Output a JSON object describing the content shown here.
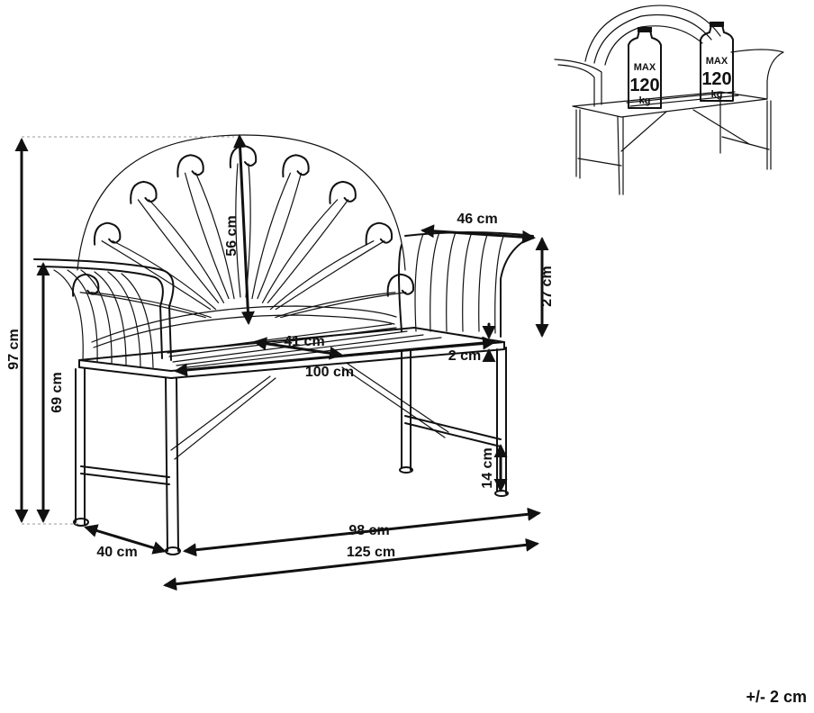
{
  "dimensions": {
    "total_height": "97 cm",
    "armrest_height": "69 cm",
    "backrest_height": "56 cm",
    "armrest_length": "46 cm",
    "armrest_rise": "27 cm",
    "seat_depth": "41 cm",
    "seat_width": "100 cm",
    "seat_thickness": "2 cm",
    "ground_clearance": "14 cm",
    "depth": "40 cm",
    "inner_leg_width": "98 cm",
    "total_width": "125 cm"
  },
  "load_badges": [
    {
      "max": "MAX",
      "value": "120",
      "unit": "kg"
    },
    {
      "max": "MAX",
      "value": "120",
      "unit": "kg"
    }
  ],
  "tolerance": "+/- 2 cm"
}
